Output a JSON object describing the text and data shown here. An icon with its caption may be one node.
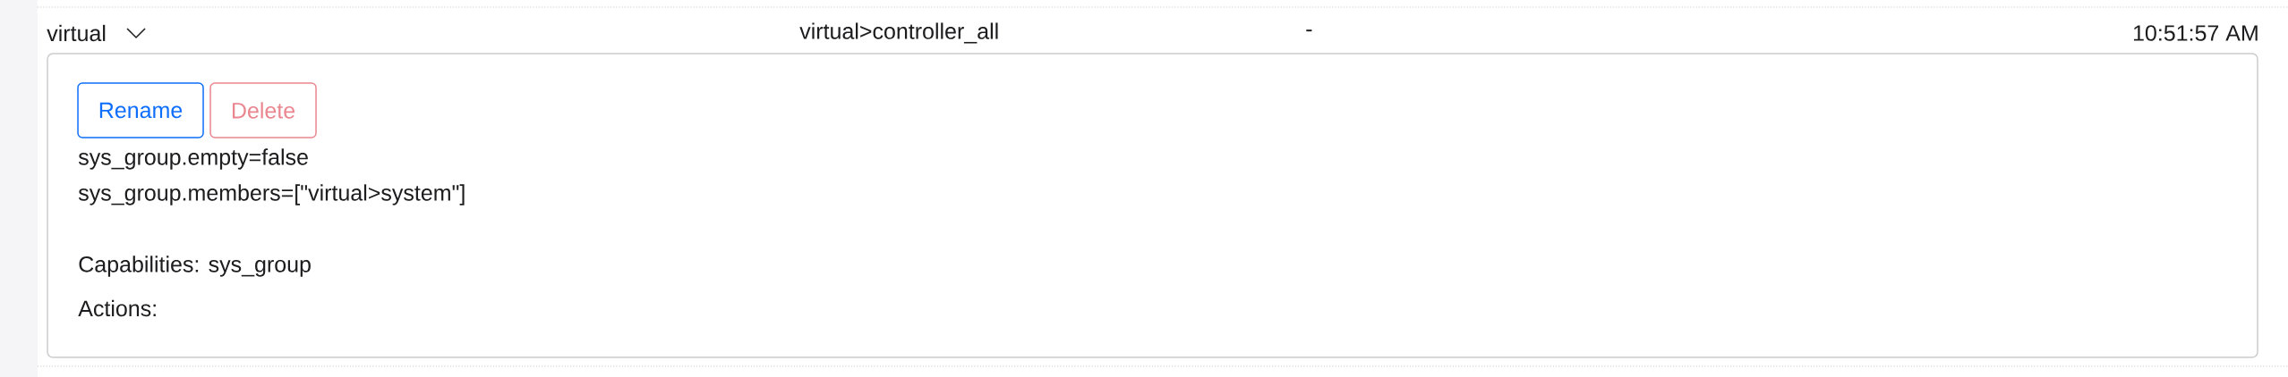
{
  "diagram": {
    "nodes": [
      {
        "text": [
          "sys_group.empty=false",
          "sys_group.members=[\"virtual>system\"]",
          "Capabilities: sys_group",
          "Actions:"
        ]
      },
      {
        "text": [
          "Rename"
        ],
        "in": 0
      },
      {
        "text": [
          "Delete"
        ],
        "in": 0
      }
    ],
    "labels": [
      "virtual",
      "virtual>controller_all",
      "-",
      "10:51:57 AM"
    ]
  }
}
